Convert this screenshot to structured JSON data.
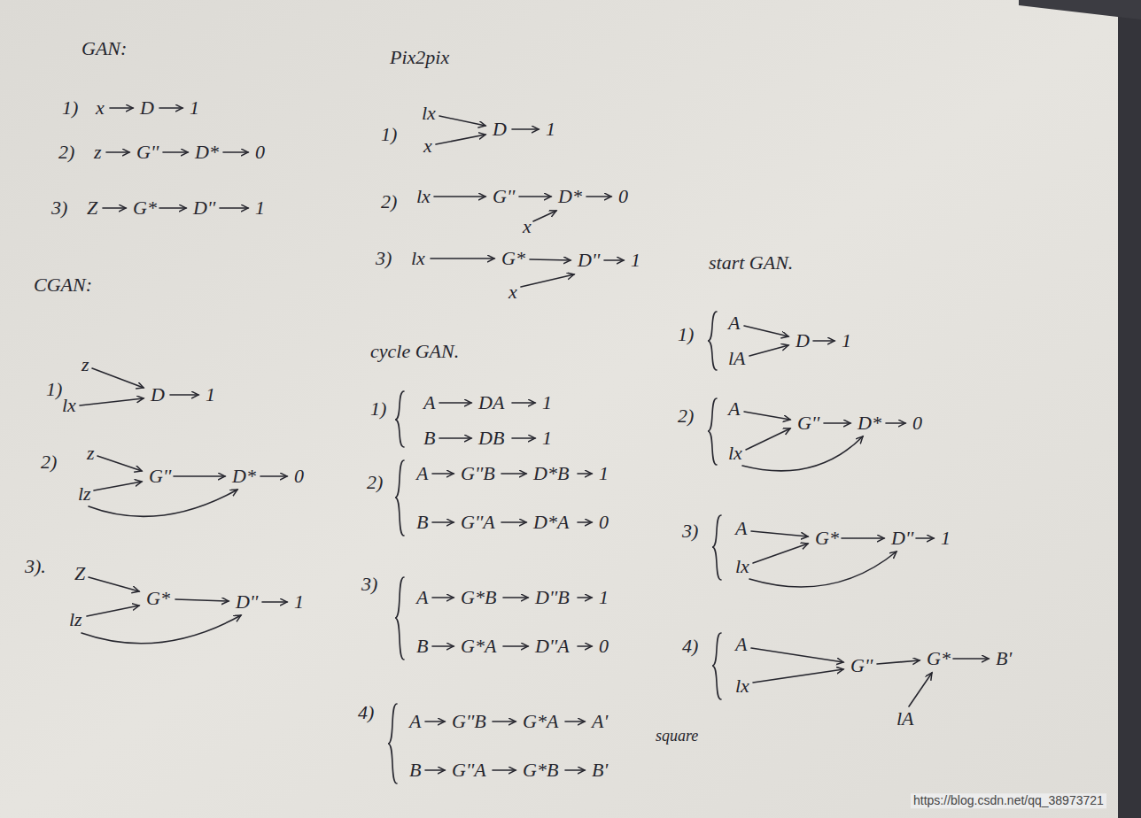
{
  "diagram": {
    "labels": [
      "GAN:",
      "1)",
      "x",
      "D",
      "1",
      "2)",
      "z",
      "G''",
      "D*",
      "0",
      "3)",
      "Z",
      "G*",
      "D''",
      "1",
      "CGAN:",
      "1)",
      "z",
      "lx",
      "D",
      "1",
      "2)",
      "z",
      "lz",
      "G''",
      "D*",
      "0",
      "3).",
      "Z",
      "lz",
      "G*",
      "D''",
      "1",
      "Pix2pix",
      "1)",
      "lx",
      "x",
      "D",
      "1",
      "2)",
      "lx",
      "G''",
      "D*",
      "0",
      "x",
      "3)",
      "lx",
      "G*",
      "D''",
      "1",
      "x",
      "cycle GAN.",
      "1)",
      "A",
      "DA",
      "1",
      "B",
      "DB",
      "1",
      "2)",
      "A",
      "G''B",
      "D*B",
      "1",
      "B",
      "G''A",
      "D*A",
      "0",
      "3)",
      "A",
      "G*B",
      "D''B",
      "1",
      "B",
      "G*A",
      "D''A",
      "0",
      "4)",
      "A",
      "G''B",
      "G*A",
      "A'",
      "B",
      "G''A",
      "G*B",
      "B'",
      "square",
      "start GAN.",
      "1)",
      "A",
      "lA",
      "D",
      "1",
      "2)",
      "A",
      "lx",
      "G''",
      "D*",
      "0",
      "3)",
      "A",
      "lx",
      "G*",
      "D''",
      "1",
      "4)",
      "A",
      "lx",
      "G''",
      "G*",
      "B'",
      "lA",
      "https://blog.csdn.net/qq_38973721"
    ]
  }
}
